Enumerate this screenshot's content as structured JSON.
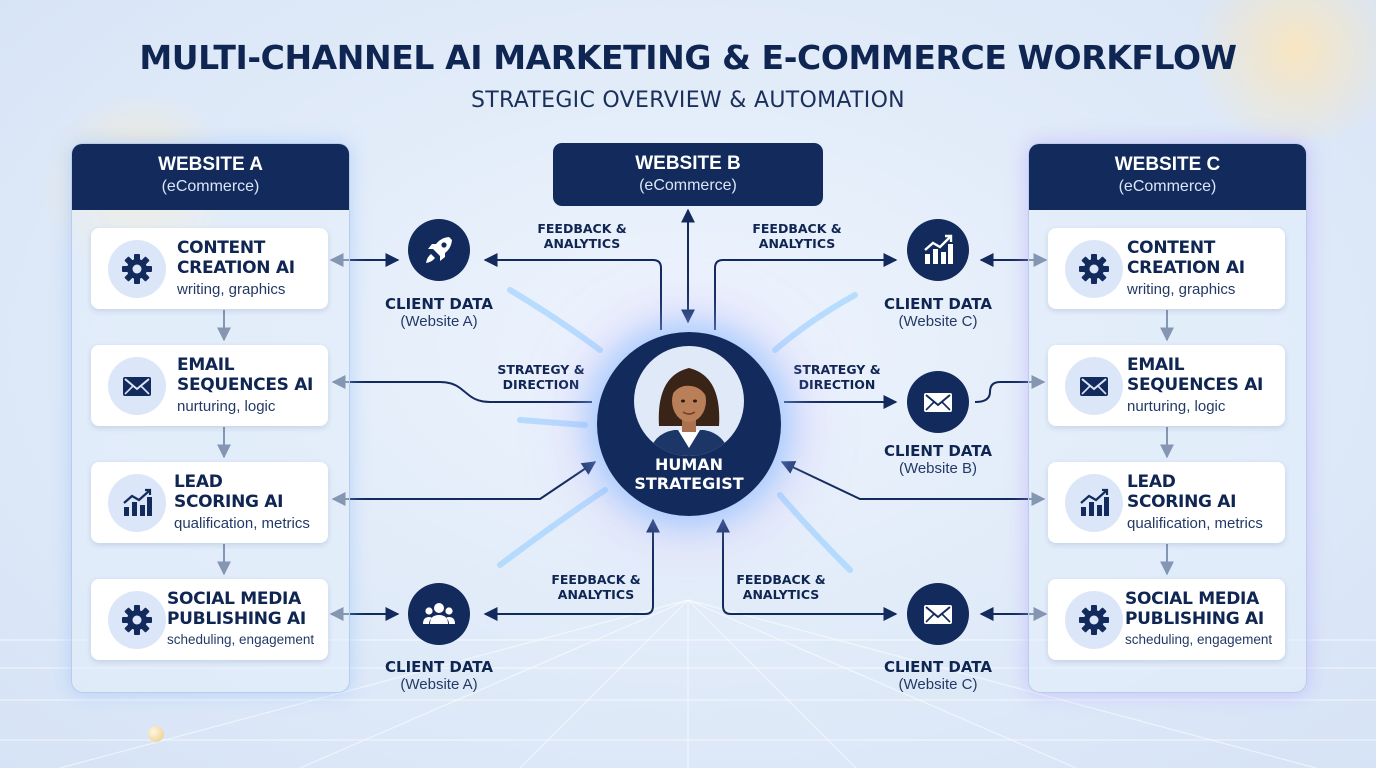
{
  "title": "MULTI-CHANNEL AI MARKETING & E-COMMERCE WORKFLOW",
  "subtitle": "STRATEGIC OVERVIEW & AUTOMATION",
  "website_a": {
    "title": "WEBSITE A",
    "subtitle": "(eCommerce)"
  },
  "website_b": {
    "title": "WEBSITE B",
    "subtitle": "(eCommerce)"
  },
  "website_c": {
    "title": "WEBSITE C",
    "subtitle": "(eCommerce)"
  },
  "cards": [
    {
      "line1": "CONTENT",
      "line2": "CREATION AI",
      "desc": "writing, graphics",
      "icon": "gear-icon"
    },
    {
      "line1": "EMAIL",
      "line2": "SEQUENCES AI",
      "desc": "nurturing, logic",
      "icon": "envelope-icon"
    },
    {
      "line1": "LEAD",
      "line2": "SCORING AI",
      "desc": "qualification, metrics",
      "icon": "bar-chart-icon"
    },
    {
      "line1": "SOCIAL MEDIA",
      "line2": "PUBLISHING AI",
      "desc": "scheduling, engagement",
      "icon": "gear-icon"
    }
  ],
  "hubs": [
    {
      "label": "CLIENT DATA",
      "sub": "(Website A)",
      "icon": "rocket-icon"
    },
    {
      "label": "CLIENT DATA",
      "sub": "(Website C)",
      "icon": "growth-chart-icon"
    },
    {
      "label": "CLIENT DATA",
      "sub": "(Website B)",
      "icon": "envelope-icon"
    },
    {
      "label": "CLIENT DATA",
      "sub": "(Website A)",
      "icon": "people-icon"
    },
    {
      "label": "CLIENT DATA",
      "sub": "(Website C)",
      "icon": "envelope-icon"
    }
  ],
  "flow_labels": {
    "feedback_line1": "FEEDBACK &",
    "feedback_line2": "ANALYTICS",
    "strategy_line1": "STRATEGY &",
    "strategy_line2": "DIRECTION"
  },
  "center": {
    "line1": "HUMAN",
    "line2": "STRATEGIST"
  },
  "colors": {
    "navy": "#122a5c",
    "background": "#e2ecf9",
    "card": "#ffffff",
    "icon_bg": "#dbe7f8"
  }
}
